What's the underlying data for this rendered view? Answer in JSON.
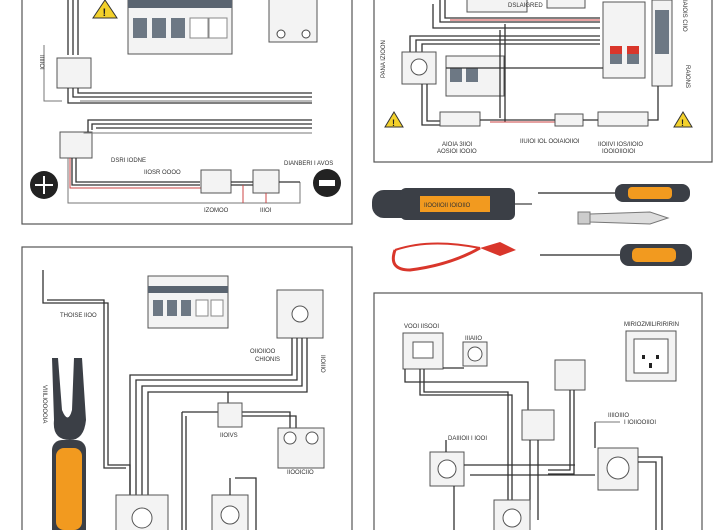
{
  "title": "Electrical wiring diagrams with tools",
  "colors": {
    "tool_orange": "#f29a1f",
    "tool_dark": "#3b3f46",
    "breaker_red": "#d9362b",
    "warning_yellow": "#f3d12b",
    "wire_red": "#c44444"
  },
  "panel_top_left": {
    "labels": [
      "DSRI IODNE",
      "IIOSR OOOO",
      "DIANBERI I AVOS",
      "IZOMOO",
      "IIIOI",
      "IIIIIOI"
    ]
  },
  "panel_top_right": {
    "labels": [
      "DSLAIGRED",
      "PANA IZIOON",
      "AIOIA 3IIOI",
      "AOSIOI IOOIO",
      "IIUIOI IOL OOIAIOIIOI",
      "IIOIIVI IOS/IIOIO",
      "IOOIOIIOIOI",
      "RAIONS",
      "IAIOIS CIIO"
    ]
  },
  "tools": {
    "screwdriver_label": "IIOOIIOII IOIOIIO"
  },
  "panel_bottom_left": {
    "labels": [
      "THOISE IIOO",
      "OIIOIIOO",
      "CHIONIS",
      "IIOIVS",
      "IIOOICIIO",
      "VIIILIOOOOIA",
      "IIOIIIO"
    ]
  },
  "panel_bottom_right": {
    "labels": [
      "VOOI IISOOI",
      "IIIAIIO",
      "MIRIOZMILIRIRIRIN",
      "DAIIIOII I IOOI",
      "IIIIOIIIO",
      "I IOIIOOIIOI"
    ]
  }
}
